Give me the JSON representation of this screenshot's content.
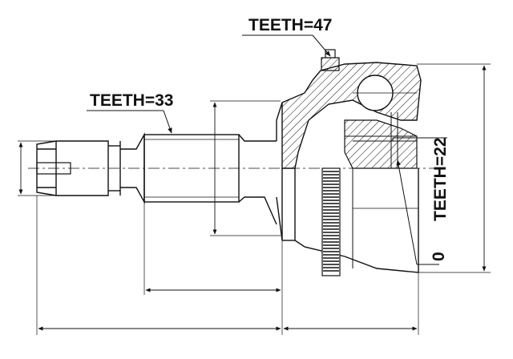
{
  "labels": {
    "teeth_outer": "TEETH=47",
    "teeth_stem": "TEETH=33",
    "teeth_inner": "TEETH=22",
    "o_ring": "0"
  },
  "colors": {
    "line": "#111111",
    "background": "#ffffff"
  }
}
